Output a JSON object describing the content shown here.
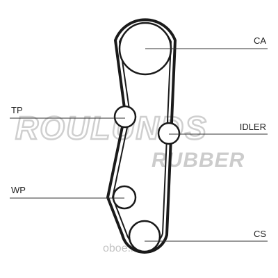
{
  "labels": {
    "ca": "CA",
    "tp": "TP",
    "idler": "IDLER",
    "wp": "WP",
    "cs": "CS"
  },
  "watermarks": {
    "brand_line1": "ROULUNDS",
    "brand_line2": "RUBBER",
    "site": "oboe.ru"
  },
  "colors": {
    "belt": "#1a1a1a",
    "pulley": "#1a1a1a",
    "leader_line": "#333333",
    "watermark": "#cfcfcf"
  }
}
